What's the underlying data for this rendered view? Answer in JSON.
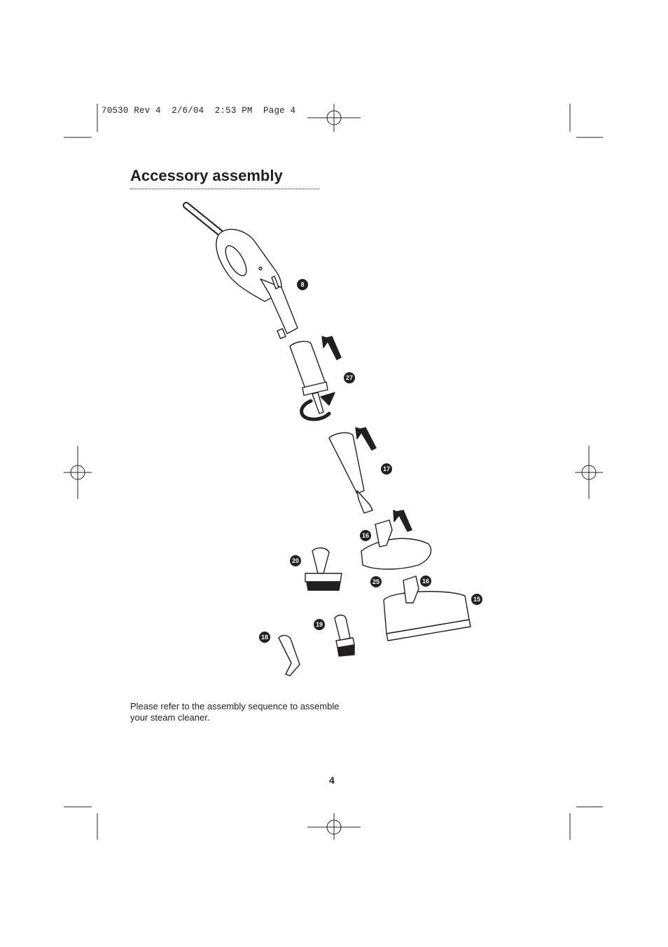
{
  "print_slug": "70530 Rev 4  2/6/04  2:53 PM  Page 4",
  "heading": "Accessory assembly",
  "instruction": "Please refer to the assembly sequence to assemble your steam cleaner.",
  "page_number": "4",
  "callouts": {
    "hose_handle": "8",
    "connector": "27",
    "extension_nozzle": "17",
    "cloth_holder": "16",
    "cloth_holder_floor": "16",
    "cloth": "25",
    "floor_tool": "15",
    "brush_large": "20",
    "brush_small": "19",
    "angled_nozzle": "18"
  },
  "colors": {
    "ink": "#231f20",
    "paper": "#ffffff"
  }
}
